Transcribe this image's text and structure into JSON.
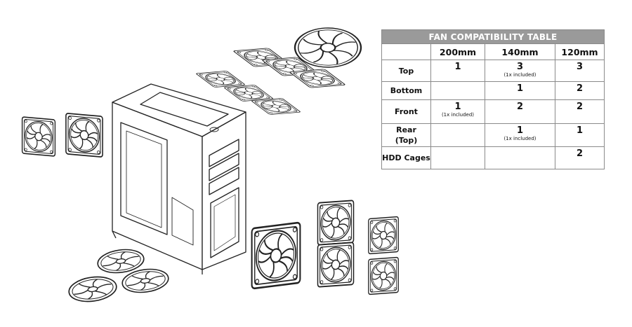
{
  "table": {
    "title": "FAN COMPATIBILITY TABLE",
    "columns": [
      "",
      "200mm",
      "140mm",
      "120mm"
    ],
    "rows": [
      {
        "label": [
          "Top"
        ],
        "cells": [
          {
            "value": "1",
            "note": ""
          },
          {
            "value": "3",
            "note": "(1x included)"
          },
          {
            "value": "3",
            "note": ""
          }
        ]
      },
      {
        "label": [
          "Bottom"
        ],
        "cells": [
          {
            "value": "",
            "note": ""
          },
          {
            "value": "1",
            "note": ""
          },
          {
            "value": "2",
            "note": ""
          }
        ]
      },
      {
        "label": [
          "Front"
        ],
        "cells": [
          {
            "value": "1",
            "note": "(1x included)"
          },
          {
            "value": "2",
            "note": ""
          },
          {
            "value": "2",
            "note": ""
          }
        ]
      },
      {
        "label": [
          "Rear",
          "(Top)"
        ],
        "cells": [
          {
            "value": "",
            "note": ""
          },
          {
            "value": "1",
            "note": "(1x included)"
          },
          {
            "value": "1",
            "note": ""
          }
        ]
      },
      {
        "label": [
          "HDD Cages"
        ],
        "cells": [
          {
            "value": "",
            "note": ""
          },
          {
            "value": "",
            "note": ""
          },
          {
            "value": "2",
            "note": ""
          }
        ]
      }
    ]
  },
  "colors": {
    "title_bg": "#9a9a9a",
    "line": "#222222",
    "grid": "#8a8a8a"
  },
  "icons": [
    "pc-case-icon",
    "fan-icon"
  ]
}
